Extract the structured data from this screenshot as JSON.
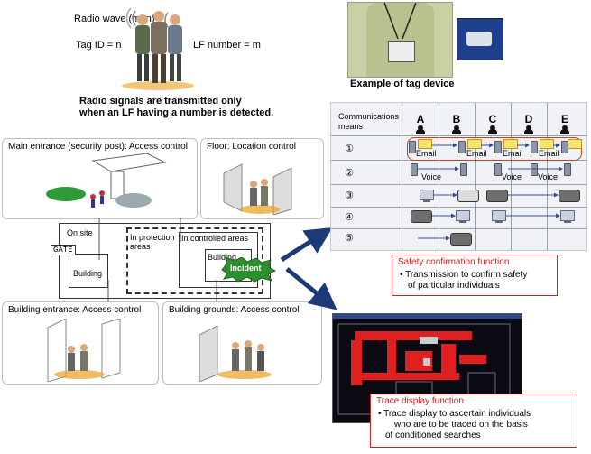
{
  "top": {
    "radio_wave": "Radio wave (m+n)",
    "tag_id": "Tag ID = n",
    "lf_number": "LF number = m",
    "caption_line1": "Radio signals are transmitted only",
    "caption_line2": "when an LF having a number is detected."
  },
  "tag_example": {
    "caption": "Example of tag device"
  },
  "panels": {
    "main_entrance": "Main entrance (security post): Access control",
    "floor": "Floor: Location control",
    "building_entrance": "Building entrance: Access control",
    "building_grounds": "Building grounds: Access control"
  },
  "site_map": {
    "on_site": "On site",
    "gate": "GATE",
    "in_protection_line1": "In protection",
    "in_protection_line2": "areas",
    "in_controlled": "In controlled areas",
    "building_left": "Building",
    "building_right": "Building",
    "incident": "Incident"
  },
  "comm_table": {
    "header_line1": "Communications",
    "header_line2": "means",
    "columns": [
      "A",
      "B",
      "C",
      "D",
      "E"
    ],
    "rows": [
      "①",
      "②",
      "③",
      "④",
      "⑤"
    ],
    "email_label": "Email",
    "voice_label": "Voice"
  },
  "safety": {
    "title": "Safety confirmation function",
    "bullet_line1": "• Transmission to confirm safety",
    "bullet_line2": "of particular individuals"
  },
  "trace": {
    "title": "Trace display function",
    "bullet_line1": "• Trace display to ascertain individuals",
    "bullet_line2": "who are to be traced on the basis",
    "bullet_line3": "of conditioned searches"
  },
  "colors": {
    "red": "#d42020",
    "navy_arrow": "#1c3a78",
    "incident_green": "#2f8f2f"
  }
}
